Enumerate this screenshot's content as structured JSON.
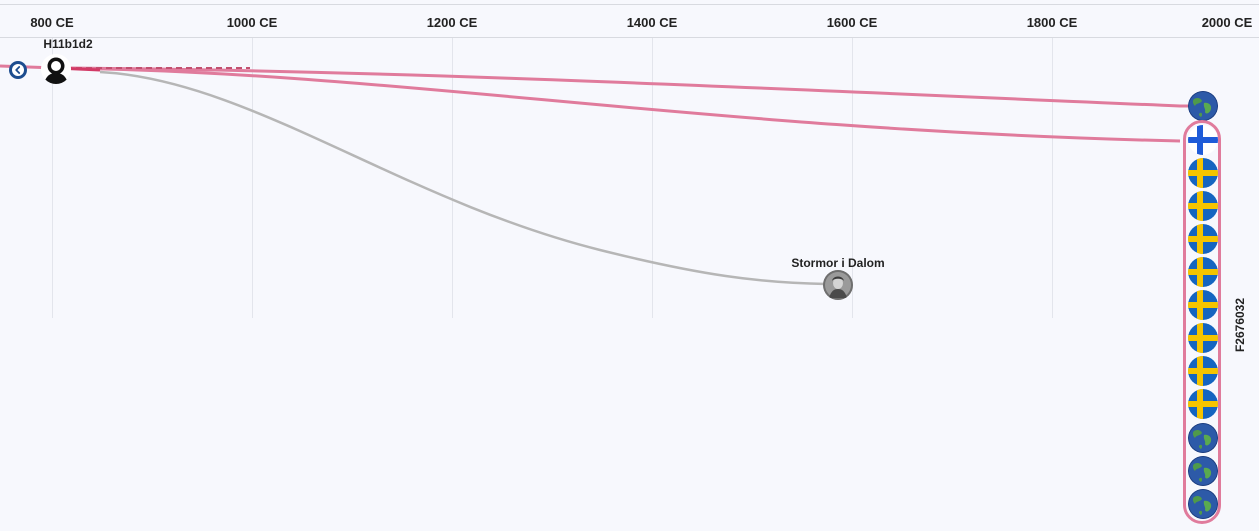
{
  "timeline": {
    "ticks": [
      "800 CE",
      "1000 CE",
      "1200 CE",
      "1400 CE",
      "1600 CE",
      "1800 CE",
      "2000 CE"
    ]
  },
  "nodes": {
    "root": {
      "label": "H11b1d2",
      "icon": "person-silhouette-icon"
    },
    "person": {
      "label": "Stormor i Dalom",
      "icon": "portrait-photo-icon"
    }
  },
  "group": {
    "label": "F2676032",
    "members": [
      "finland-flag",
      "sweden-flag",
      "sweden-flag",
      "sweden-flag",
      "sweden-flag",
      "sweden-flag",
      "sweden-flag",
      "sweden-flag",
      "sweden-flag",
      "globe",
      "globe",
      "globe"
    ]
  },
  "top_globe": {
    "icon": "globe-icon"
  },
  "colors": {
    "link_pink": "#e07b9c",
    "link_gray": "#b6b6b6",
    "accent": "#1d4d8f",
    "sweden_blue": "#1565c0",
    "sweden_yellow": "#f5c400",
    "finland_blue": "#1e5bd8"
  }
}
